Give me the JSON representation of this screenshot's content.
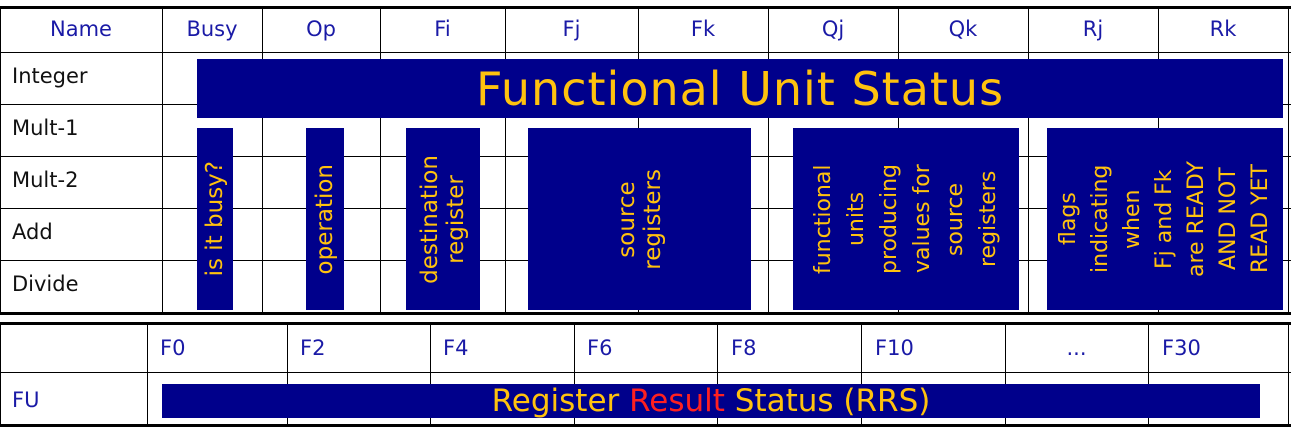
{
  "fu_table": {
    "headers": [
      "Name",
      "Busy",
      "Op",
      "Fi",
      "Fj",
      "Fk",
      "Qj",
      "Qk",
      "Rj",
      "Rk"
    ],
    "rows": [
      "Integer",
      "Mult-1",
      "Mult-2",
      "Add",
      "Divide"
    ],
    "banner": "Functional Unit Status",
    "callouts": {
      "busy": "is it busy?",
      "op": "operation",
      "dest": [
        "destination",
        "register"
      ],
      "src": [
        "source",
        "registers"
      ],
      "fu": [
        "functional",
        "units",
        "producing",
        "values for",
        "source",
        "registers"
      ],
      "flags": [
        "flags",
        "indicating",
        "when",
        "Fj and Fk",
        "are READY",
        "AND NOT",
        "READ YET"
      ]
    }
  },
  "rrs_table": {
    "headers": [
      "F0",
      "F2",
      "F4",
      "F6",
      "F8",
      "F10",
      "...",
      "F30"
    ],
    "row_label": "FU",
    "banner": {
      "part1": "Register ",
      "part2": "Result",
      "part3": " Status (RRS)"
    },
    "accent_color": "#ff2020"
  },
  "colors": {
    "navy": "#00008b",
    "yellow": "#ffc20e",
    "header_blue": "#1a1aa6"
  }
}
